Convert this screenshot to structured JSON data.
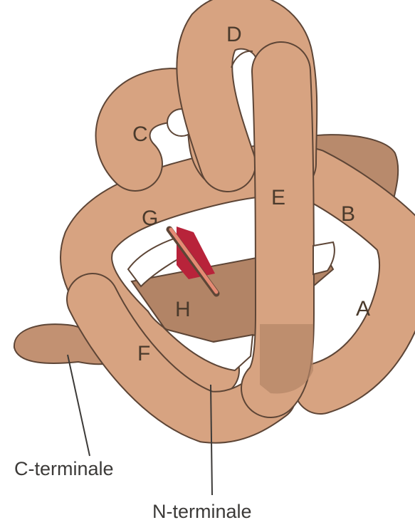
{
  "colors": {
    "tube": "#d7a381",
    "tube_shade": "#b48566",
    "outline": "#5d4536",
    "heme": "#b8233a",
    "heme_light": "#e58a73",
    "label": "#4a3a2c"
  },
  "helices": {
    "a": "A",
    "b": "B",
    "c": "C",
    "d": "D",
    "e": "E",
    "f": "F",
    "g": "G",
    "h": "H"
  },
  "terminals": {
    "c_terminal": "C-terminale",
    "n_terminal": "N-terminale"
  }
}
